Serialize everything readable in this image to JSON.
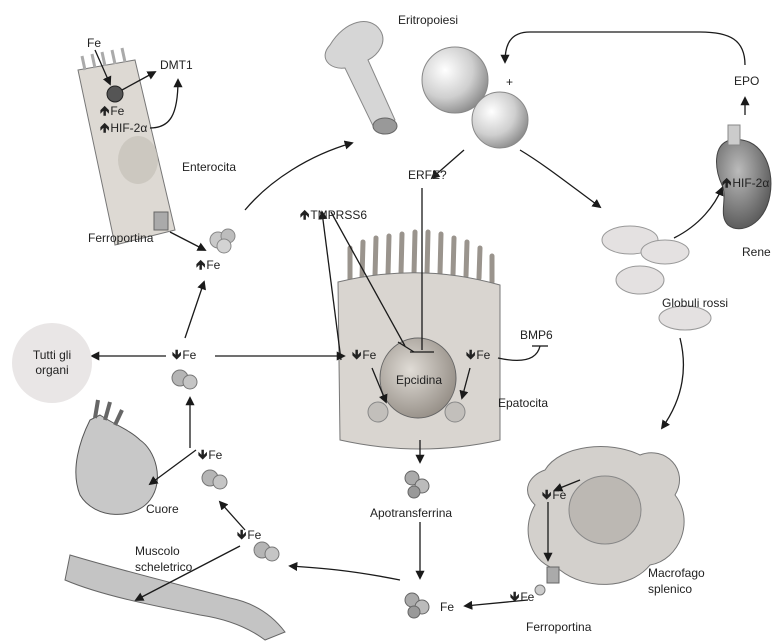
{
  "labels": {
    "fe_top": "Fe",
    "dmt1": "DMT1",
    "enterocyte_fe": "Fe",
    "hif2a_enterocyte": "HIF-2α",
    "enterocita": "Enterocita",
    "ferroportina_enterocyte": "Ferroportina",
    "fe_after_enterocyte": "Fe",
    "eritropoiesi": "Eritropoiesi",
    "plus": "+",
    "erfe": "ERFE?",
    "tmprss6": "TMPRSS6",
    "epo": "EPO",
    "hif2a_kidney": "HIF-2α",
    "rene": "Rene",
    "globuli_rossi": "Globuli rossi",
    "tutti_gli": "Tutti gli",
    "organi": "organi",
    "fe_left": "Fe",
    "fe_hep_left": "Fe",
    "epcidina": "Epcidina",
    "fe_hep_right": "Fe",
    "bmp6": "BMP6",
    "epatocita": "Epatocita",
    "fe_heart": "Fe",
    "cuore": "Cuore",
    "apotransferrina": "Apotransferrina",
    "fe_macro": "Fe",
    "macrofago": "Macrofago",
    "splenico": "splenico",
    "fe_muscle": "Fe",
    "muscolo": "Muscolo",
    "scheletrico": "scheletrico",
    "fe_bottom": "Fe",
    "fe_export": "Fe",
    "ferroportina_macro": "Ferroportina"
  },
  "arrows": {
    "up": "🡹",
    "down": "🡻"
  },
  "colors": {
    "line": "#1a1a1a",
    "cell_fill": "#d9d5d0",
    "organ_circle": "#e9e6e6",
    "rbc": "#e4e1e1"
  }
}
